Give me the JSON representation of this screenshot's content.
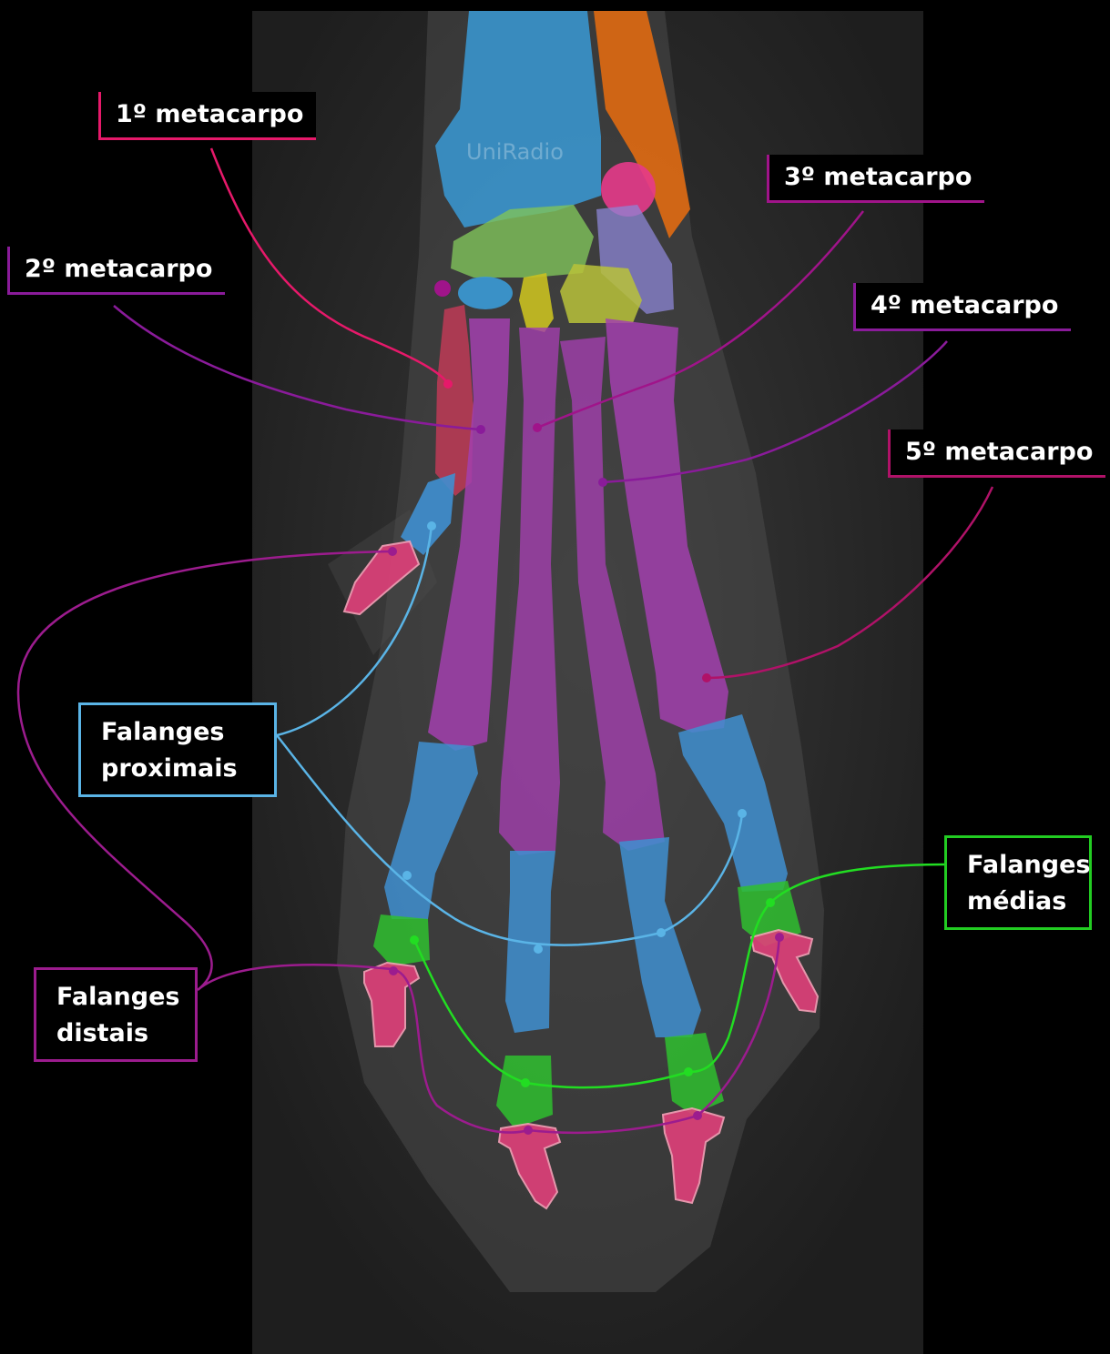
{
  "watermark": "UniRadio",
  "labels": {
    "mc1": "1º metacarpo",
    "mc2": "2º metacarpo",
    "mc3": "3º metacarpo",
    "mc4": "4º metacarpo",
    "mc5": "5º metacarpo",
    "proximais": [
      "Falanges",
      "proximais"
    ],
    "medias": [
      "Falanges",
      "médias"
    ],
    "distais": [
      "Falanges",
      "distais"
    ]
  },
  "colors": {
    "radius": "#3a9ad6",
    "ulna": "#e06a12",
    "metacarpals": "#a23fae",
    "first_metacarpal": "#d03a5a",
    "proximal_phalanges": "#3f8fd0",
    "middle_phalanges": "#2fbf2f",
    "distal_phalanges": "#e0407a",
    "carpal_green": "#7fc35a",
    "carpal_olive": "#b8c23a",
    "carpal_lavender": "#8c86d6",
    "leader_proximais": "#5ab4e6",
    "leader_medias": "#22dd22",
    "leader_distais": "#9c1c8e"
  }
}
